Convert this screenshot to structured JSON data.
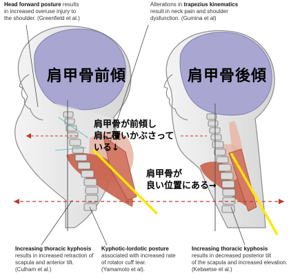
{
  "notes": {
    "head_forward": {
      "title": "Head forward posture",
      "lines": [
        "results",
        "in increased overuse injury to",
        "the shoulder. (Greenfield et al.)"
      ]
    },
    "trapezius": {
      "lines_pre": "Alterations in",
      "title": "trapezius kinematics",
      "lines": [
        "result in neck pain and shoulder",
        "dysfunction. (Gumina et al)"
      ]
    },
    "thoracic_left": {
      "title": "Increasing thoracic kyphosis",
      "lines": [
        "results in increased retraction of",
        "scapula and anterior tilt.",
        "(Culham et al.)"
      ]
    },
    "kyphotic_lordotic": {
      "title": "Kyphotic-lordotic posture",
      "lines": [
        "associated with increased rate",
        "of rotator cuff tear.",
        "(Yamamoto et al)."
      ]
    },
    "thoracic_right": {
      "title": "Increasing thoracic kyphosis",
      "lines": [
        "results in decreased posterior tilt",
        "of the scapula and increased elevation.",
        "(Kebaetse et al.)"
      ]
    }
  },
  "labels": {
    "left_title": "肩甲骨前傾",
    "right_title": "肩甲骨後傾",
    "left_caption": [
      "肩甲骨が前傾し",
      "肩に覆いかぶさって",
      "いる↓"
    ],
    "right_caption": [
      "肩甲骨が",
      "良い位置にある→"
    ]
  },
  "colors": {
    "head_fill": "#a9a7d2",
    "bone": "#d9d9d9",
    "muscle": "#c8604a",
    "muscle_light": "#e8b4a4",
    "dashed_line": "#c0392b",
    "yellow_line": "#ffe600",
    "plumb_line": "#555555"
  }
}
